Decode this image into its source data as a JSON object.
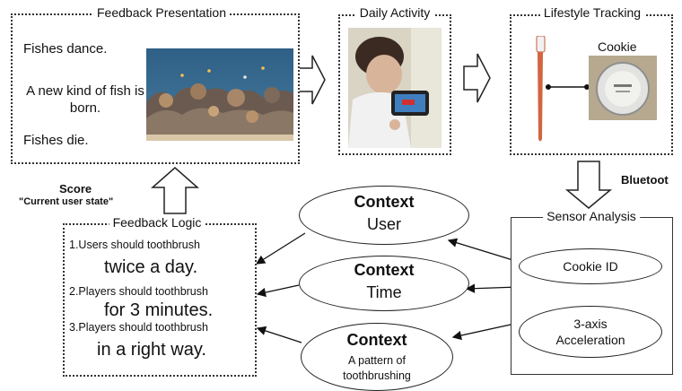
{
  "feedback_presentation": {
    "title": "Feedback Presentation",
    "items": [
      "Fishes dance.",
      "A new kind of fish is born.",
      "Fishes die."
    ]
  },
  "daily_activity": {
    "title": "Daily Activity"
  },
  "lifestyle_tracking": {
    "title": "Lifestyle Tracking",
    "device_label": "Cookie"
  },
  "bluetooth_label": "Bluetoot",
  "score": {
    "label": "Score",
    "sublabel": "\"Current user state\""
  },
  "feedback_logic": {
    "title": "Feedback Logic",
    "rules": [
      {
        "small": "1.Users should toothbrush",
        "big": "twice a day."
      },
      {
        "small": "2.Players should toothbrush",
        "big": "for 3 minutes."
      },
      {
        "small": "3.Players should toothbrush",
        "big": "in a right way."
      }
    ]
  },
  "contexts": [
    {
      "heading": "Context",
      "value": "User"
    },
    {
      "heading": "Context",
      "value": "Time"
    },
    {
      "heading": "Context",
      "value": "A pattern of toothbrushing"
    }
  ],
  "sensor_analysis": {
    "title": "Sensor Analysis",
    "items": [
      "Cookie ID",
      "3-axis Acceleration"
    ]
  }
}
